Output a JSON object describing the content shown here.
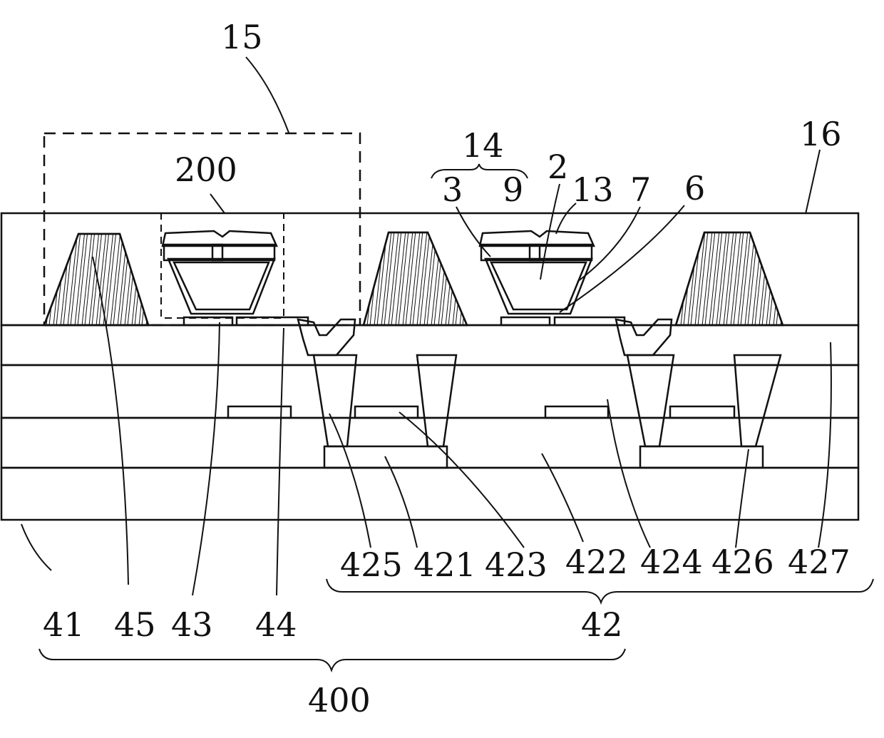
{
  "labels": {
    "l15": "15",
    "l14": "14",
    "l16": "16",
    "l200": "200",
    "l3": "3",
    "l9": "9",
    "l2": "2",
    "l13": "13",
    "l7": "7",
    "l6": "6",
    "l425": "425",
    "l421": "421",
    "l423": "423",
    "l422": "422",
    "l424": "424",
    "l426": "426",
    "l427": "427",
    "l41": "41",
    "l45": "45",
    "l43": "43",
    "l44": "44",
    "l42": "42",
    "l400": "400"
  },
  "colors": {
    "line": "#111111",
    "background": "#ffffff"
  }
}
